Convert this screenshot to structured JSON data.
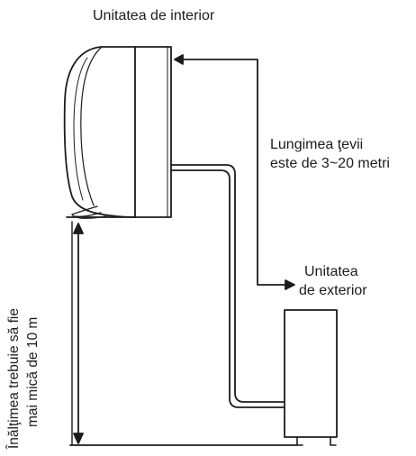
{
  "labels": {
    "indoor_unit": "Unitatea de interior",
    "pipe_length_line1": "Lungimea ţevii",
    "pipe_length_line2": "este de 3~20 metri",
    "outdoor_unit_line1": "Unitatea",
    "outdoor_unit_line2": "de exterior",
    "height_line1": "Înălţimea trebuie să fie",
    "height_line2": "mai mică de 10 m"
  },
  "colors": {
    "stroke": "#1c1c1c",
    "background": "#ffffff"
  }
}
